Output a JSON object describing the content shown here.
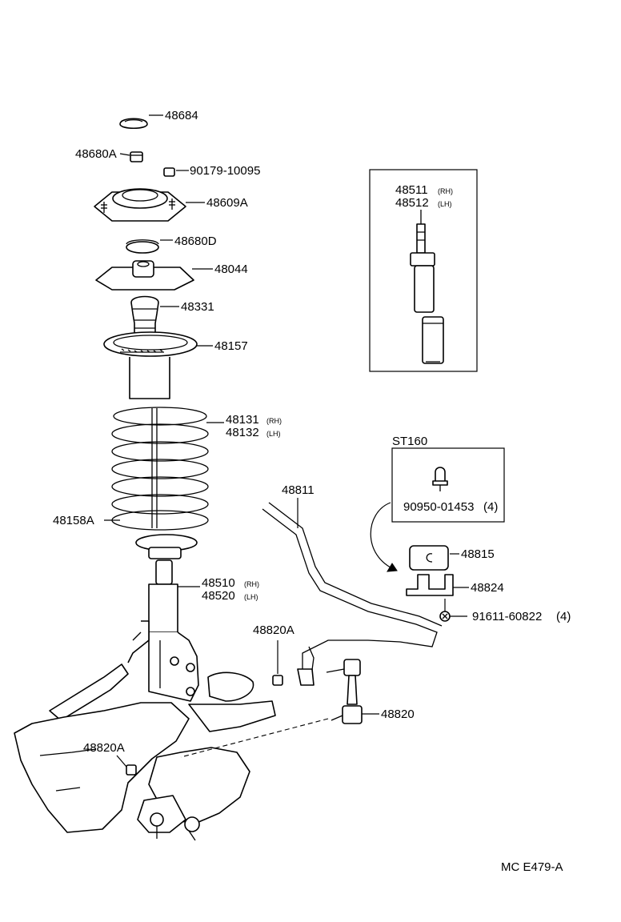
{
  "labels": {
    "p48684": "48684",
    "p48680A": "48680A",
    "p90179": "90179-10095",
    "p48609A": "48609A",
    "p48680D": "48680D",
    "p48044": "48044",
    "p48331": "48331",
    "p48157": "48157",
    "p48131": "48131",
    "p48132": "48132",
    "p48158A": "48158A",
    "p48510": "48510",
    "p48520": "48520",
    "p48511": "48511",
    "p48512": "48512",
    "st160": "ST160",
    "p90950": "90950-01453",
    "p90950_qty": "(4)",
    "p48811": "48811",
    "p48815": "48815",
    "p48824": "48824",
    "p91611": "91611-60822",
    "p91611_qty": "(4)",
    "p48820A_top": "48820A",
    "p48820A_bottom": "48820A",
    "p48820": "48820",
    "figure_code": "MC E479-A"
  },
  "side": {
    "rh": "(RH)",
    "lh": "(LH)"
  }
}
